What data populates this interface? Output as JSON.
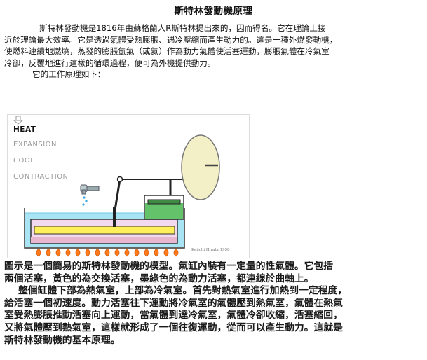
{
  "title": "斯特林發動機原理",
  "intro": {
    "line1": "斯特林發動機是1816年由蘇格蘭人R斯特林提出來的，因而得名。它在理論上接",
    "line2": "近於理論最大效率。它是透過氣體受熱膨脹、遇冷壓縮而產生動力的。這是一種外燃發動機，",
    "line3": "使燃料連續地燃燒，蒸發的膨脹氫氣（或氦）作為動力氣體使活塞運動，膨脹氣體在冷氣室",
    "line4": "冷卻，反覆地進行這樣的循環過程，便可為外機提供動力。",
    "line5": "它的工作原理如下："
  },
  "figure": {
    "labels": {
      "heat": "HEAT",
      "expansion": "EXPANSION",
      "cool": "COOL",
      "contraction": "CONTRACTION"
    },
    "credit": "Keiichi Hirata 1998",
    "colors": {
      "cold_water": "#a8e4f3",
      "cylinder_gas": "#f3d9ef",
      "displacer": "#ffef5a",
      "power_piston": "#64c36a",
      "flywheel": "#f3efc6",
      "flame": "#ff7a1a"
    }
  },
  "body": {
    "line1": "圖示是一個簡易的斯特林發動機的模型。氣缸內裝有一定量的性氣體。它包括",
    "line2": "兩個活塞，黃色的為交換活塞，墨綠色的為動力活塞，都連線於曲軸上。",
    "line3": "整個缸體下部為熱氣室，上部為冷氣室。首先對熱氣室進行加熱到一定程度，",
    "line4": "給活塞一個初速度。動力活塞往下運動將冷氣室的氣體壓到熱氣室，氣體在熱氣",
    "line5": "室受熱膨脹推動活塞向上運動，當氣體到達冷氣室，氣體冷卻收縮，活塞縮回，",
    "line6": "又將氣體壓到熱氣室，這樣就形成了一個往復運動，從而可以產生動力。這就是",
    "line7": "斯特林發動機的基本原理。"
  }
}
